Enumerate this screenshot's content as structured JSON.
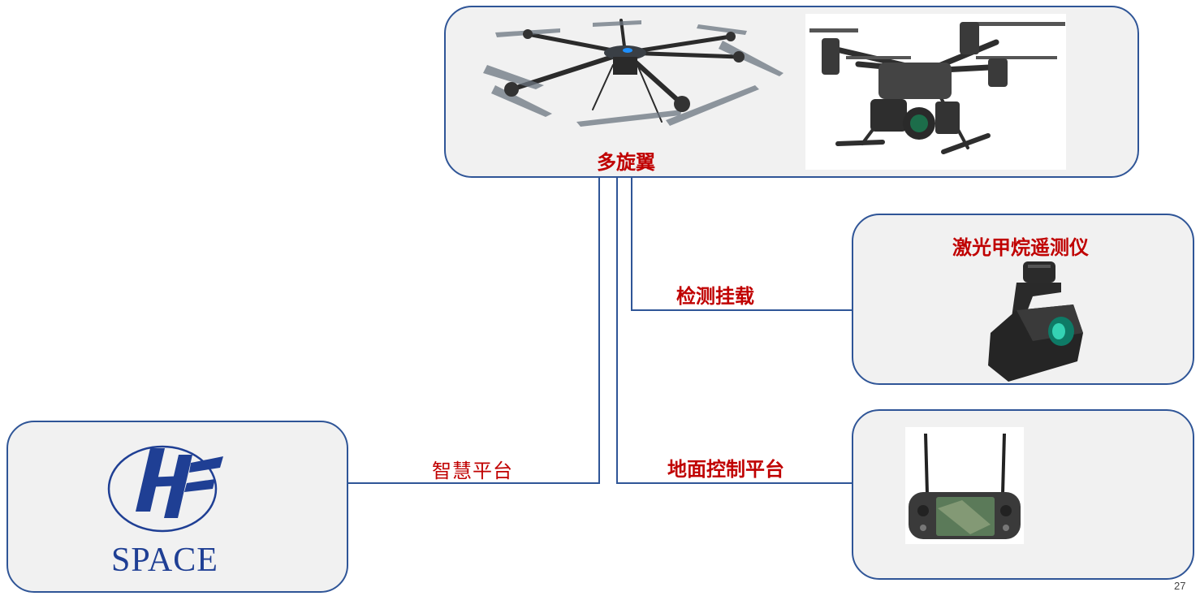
{
  "diagram": {
    "drones_label": "多旋翼",
    "sensor_title": "激光甲烷遥测仪",
    "payload_label": "检测挂载",
    "ground_label": "地面控制平台",
    "platform_label": "智慧平台",
    "logo_text": "SPACE",
    "page_number": "27"
  },
  "colors": {
    "box_border": "#2f5597",
    "box_fill": "#f1f1f1",
    "label_red": "#c00000",
    "connector": "#2f5597"
  }
}
